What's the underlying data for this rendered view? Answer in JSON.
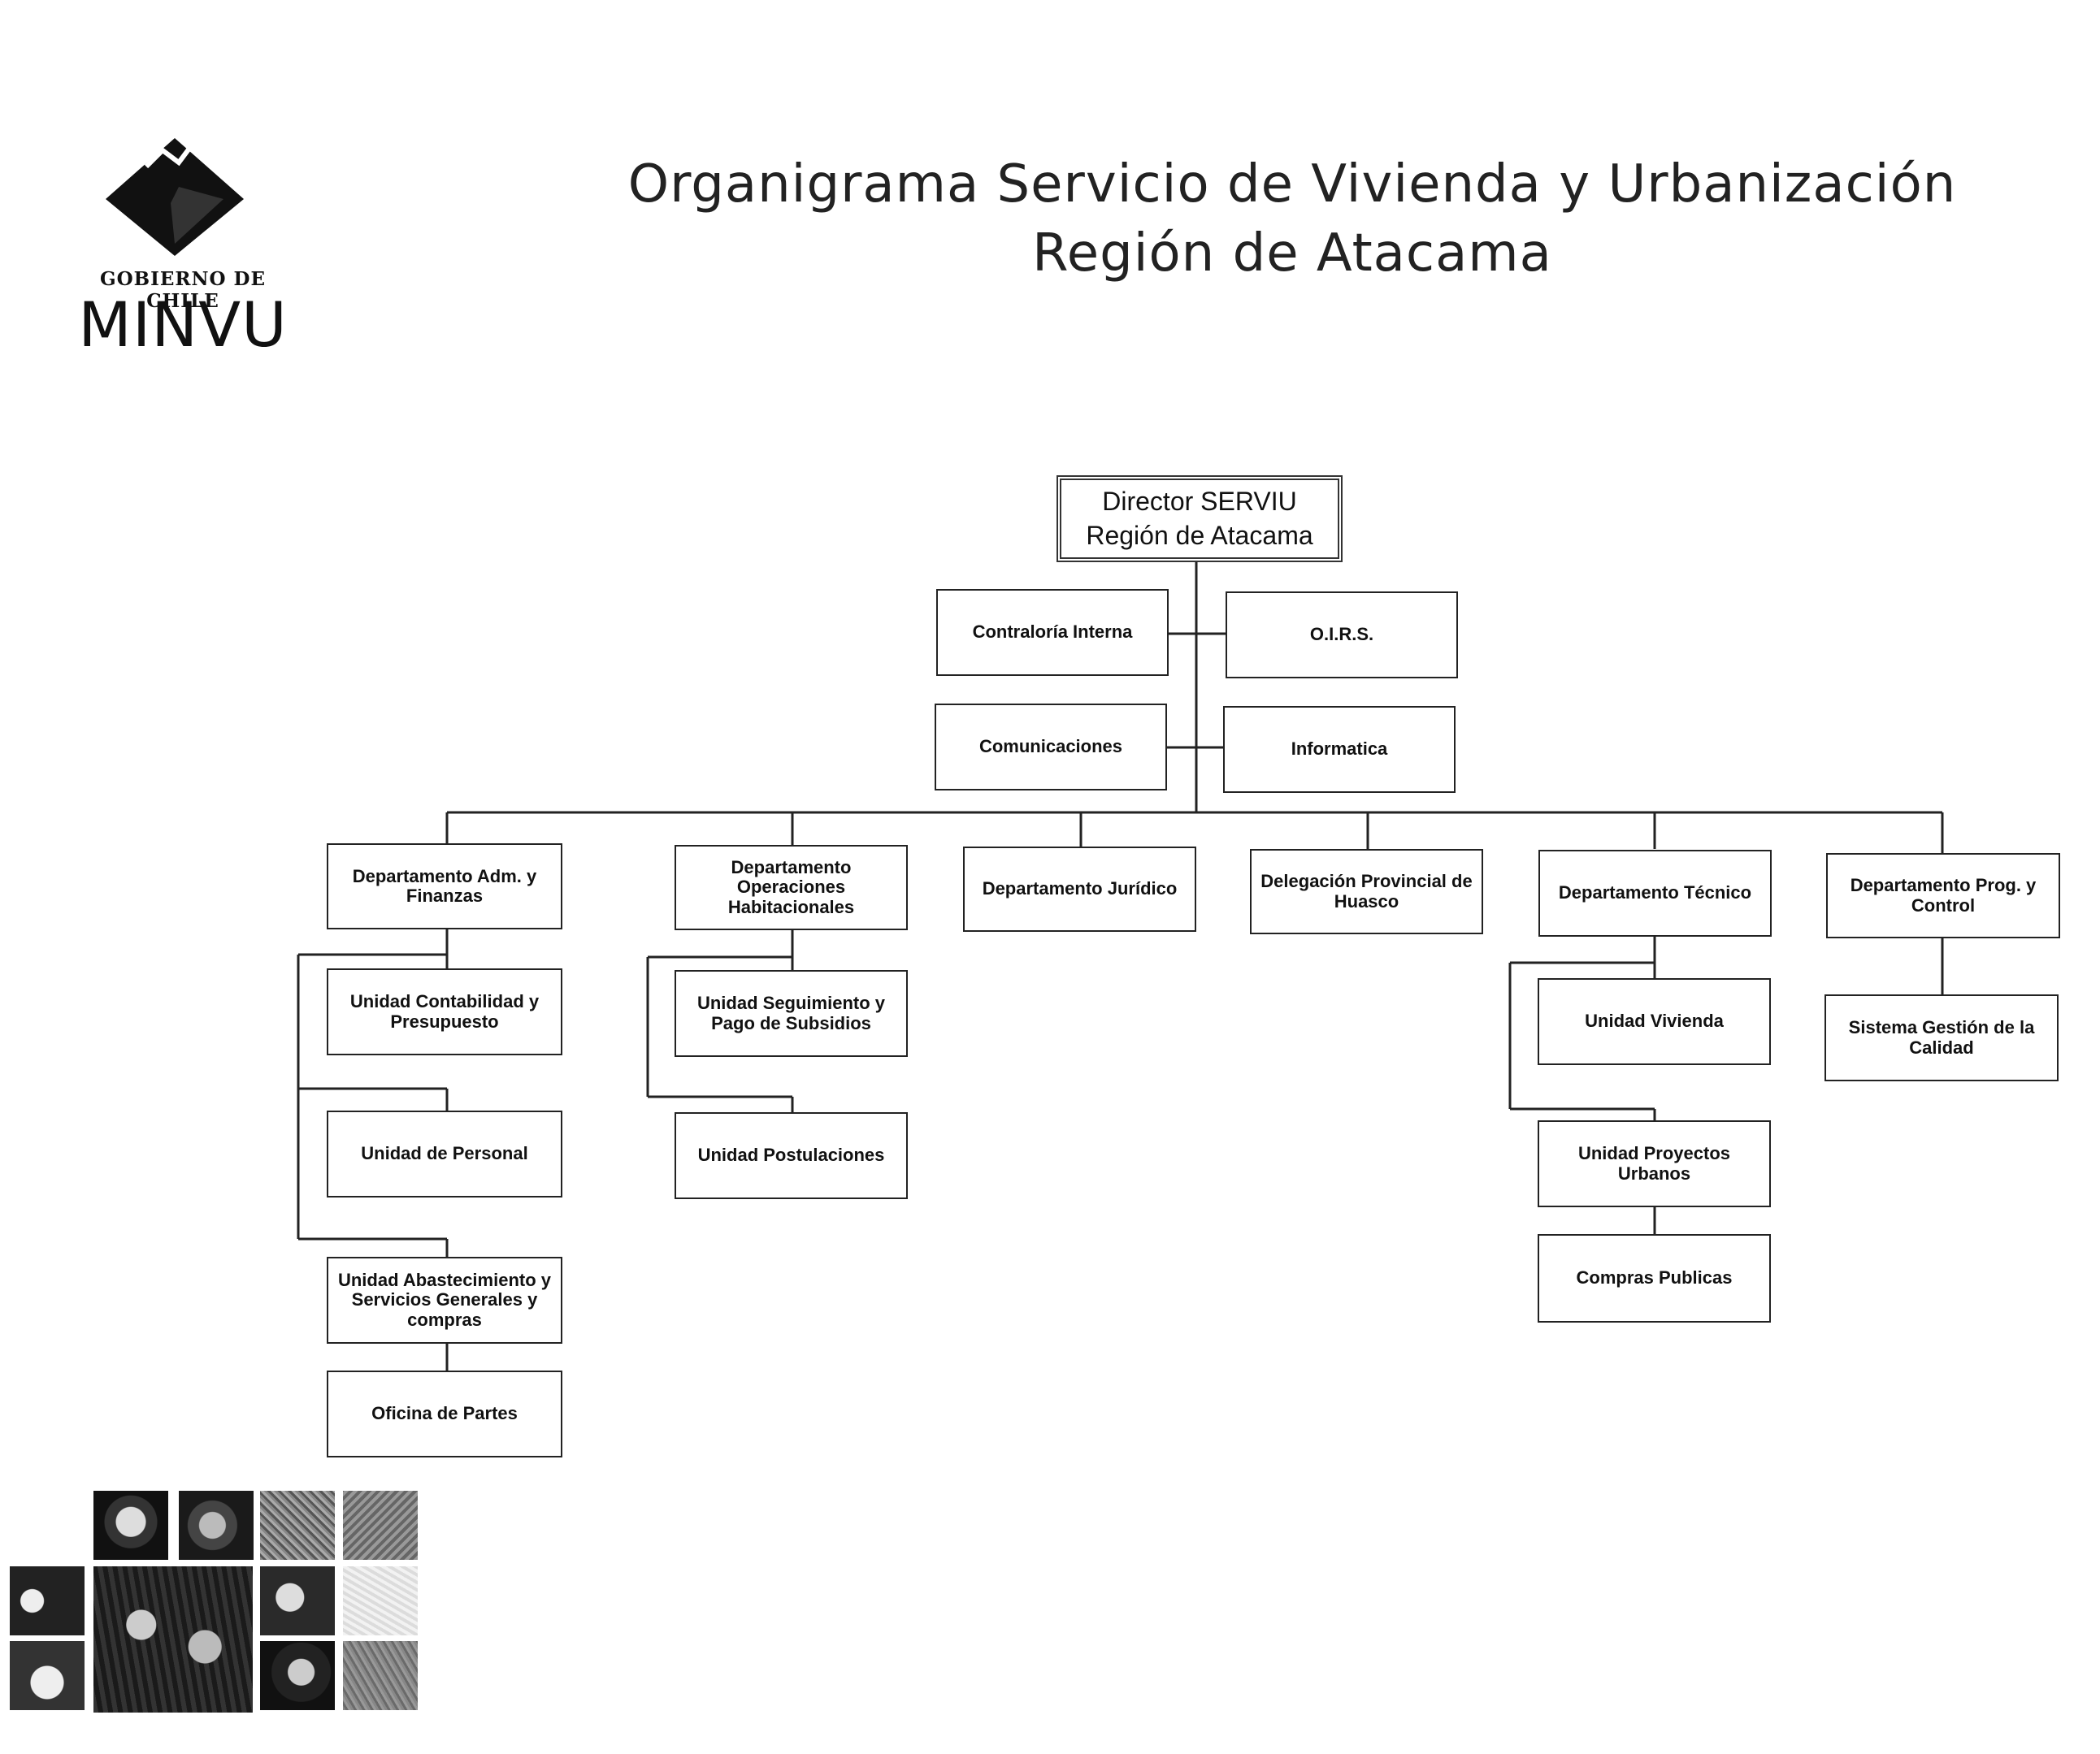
{
  "logo": {
    "subtitle": "GOBIERNO DE CHILE",
    "name": "MINVU"
  },
  "title": {
    "line1": "Organigrama Servicio de Vivienda y Urbanización",
    "line2": "Región de Atacama"
  },
  "org": {
    "director": {
      "line1": "Director SERVIU",
      "line2": "Región de Atacama"
    },
    "staff": {
      "contraloria": "Contraloría Interna",
      "oirs": "O.I.R.S.",
      "comunicaciones": "Comunicaciones",
      "informatica": "Informatica"
    },
    "departments": {
      "adm_finanzas": "Departamento Adm. y Finanzas",
      "operaciones": "Departamento Operaciones Habitacionales",
      "juridico": "Departamento Jurídico",
      "delegacion": "Delegación Provincial de Huasco",
      "tecnico": "Departamento Técnico",
      "prog_control": "Departamento Prog. y Control"
    },
    "units": {
      "contabilidad": "Unidad Contabilidad y Presupuesto",
      "personal": "Unidad de Personal",
      "abastecimiento": "Unidad Abastecimiento y Servicios Generales y compras",
      "oficina_partes": "Oficina de Partes",
      "seguimiento": "Unidad Seguimiento y Pago de Subsidios",
      "postulaciones": "Unidad Postulaciones",
      "vivienda": "Unidad Vivienda",
      "proyectos_urbanos": "Unidad Proyectos Urbanos",
      "compras_publicas": "Compras Publicas",
      "gestion_calidad": "Sistema Gestión de la Calidad"
    }
  }
}
